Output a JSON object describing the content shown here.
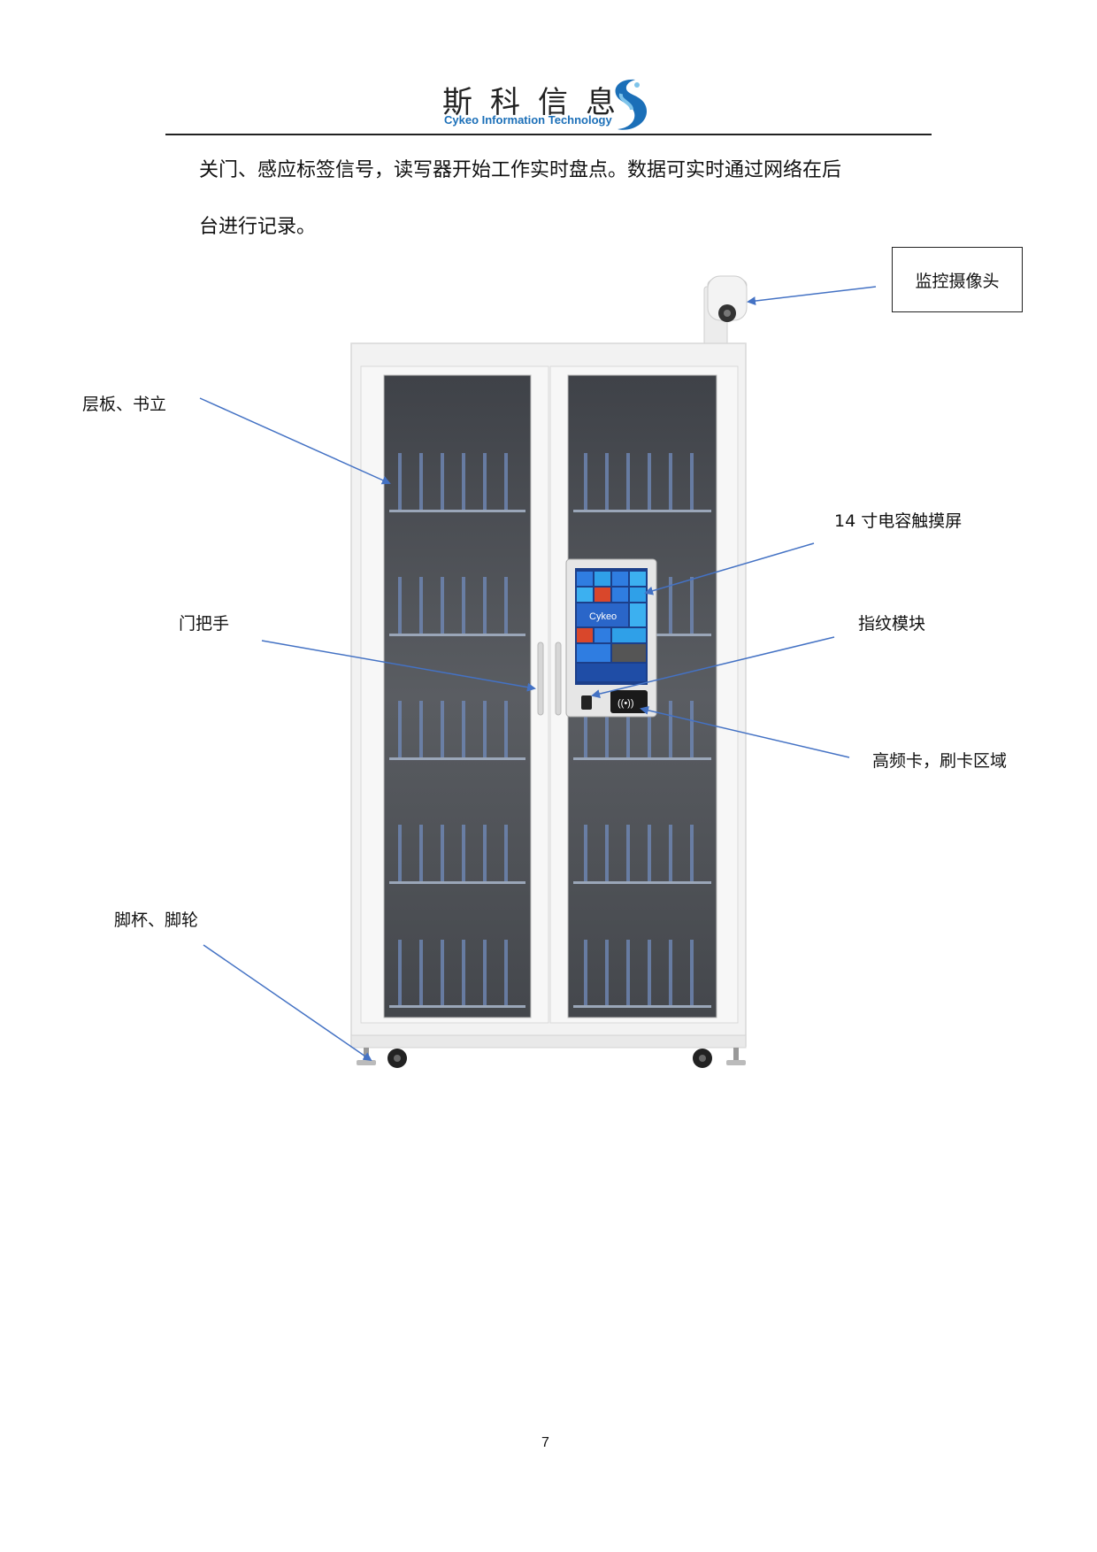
{
  "header": {
    "title": "斯科信息",
    "subtitle": "Cykeo Information Technology"
  },
  "paragraph": {
    "line1": "关门、感应标签信号，读写器开始工作实时盘点。数据可实时通过网络在后",
    "line2": "台进行记录。"
  },
  "callouts": {
    "camera": "监控摄像头",
    "shelf": "层板、书立",
    "touchscreen": "14 寸电容触摸屏",
    "handle": "门把手",
    "fingerprint": "指纹模块",
    "card": "高频卡，刷卡区域",
    "feet": "脚杯、脚轮"
  },
  "screen": {
    "brand": "Cykeo"
  },
  "page_number": "7",
  "colors": {
    "arrow": "#4472c4",
    "logo_blue": "#1b6fb8",
    "cabinet_frame": "#f2f2f2",
    "glass": "#4a4d53"
  }
}
